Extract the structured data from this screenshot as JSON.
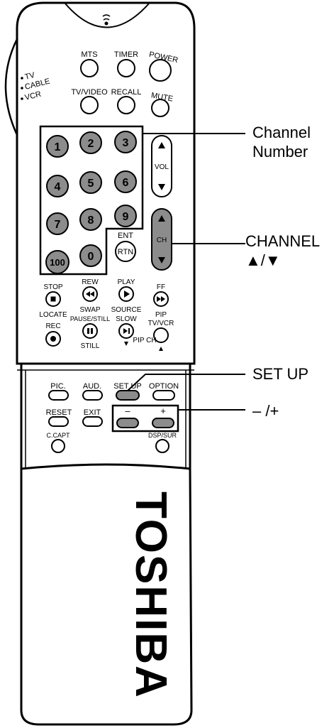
{
  "mode_switch": {
    "tv": "TV",
    "cable": "CABLE",
    "vcr": "VCR"
  },
  "buttons": {
    "mts": "MTS",
    "timer": "TIMER",
    "power": "POWER",
    "tv_video": "TV/VIDEO",
    "recall": "RECALL",
    "mute": "MUTE",
    "digits": [
      "1",
      "2",
      "3",
      "4",
      "5",
      "6",
      "7",
      "8",
      "9",
      "100",
      "0"
    ],
    "ent": "ENT",
    "rtn": "RTN",
    "vol": "VOL",
    "ch": "CH",
    "stop": "STOP",
    "locate": "LOCATE",
    "rew": "REW",
    "swap": "SWAP",
    "play": "PLAY",
    "source": "SOURCE",
    "ff": "FF",
    "pip": "PIP",
    "rec": "REC",
    "pause_still": "PAUSE/STILL",
    "still": "STILL",
    "slow": "SLOW",
    "tv_vcr": "TV/VCR",
    "pip_ch": "PIP CH",
    "pic": "PIC.",
    "aud": "AUD.",
    "set_up": "SET UP",
    "option": "OPTION",
    "reset": "RESET",
    "exit": "EXIT",
    "minus": "–",
    "plus": "+",
    "c_capt": "C.CAPT",
    "dsp_sur": "DSP/SUR"
  },
  "callouts": {
    "channel_number_1": "Channel",
    "channel_number_2": "Number",
    "channel_1": "CHANNEL",
    "channel_2": "▲/▼",
    "set_up": "SET UP",
    "minus_plus": "– /+"
  },
  "brand": "TOSHIBA",
  "icons": [
    "remote-sensor-icon",
    "stop-icon",
    "rewind-icon",
    "play-icon",
    "fast-forward-icon",
    "record-icon",
    "pause-icon",
    "slow-icon",
    "up-arrow-icon",
    "down-arrow-icon"
  ]
}
